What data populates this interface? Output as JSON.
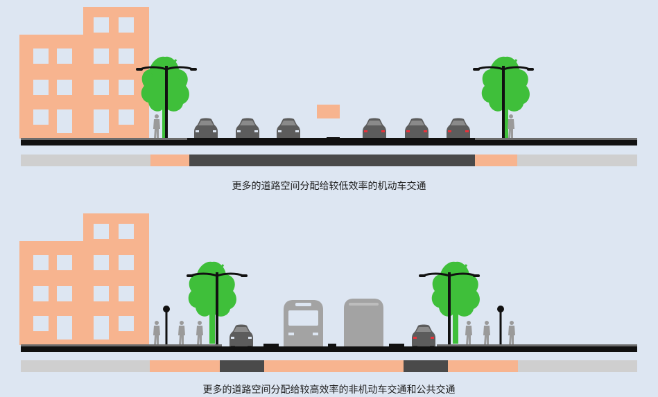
{
  "panels": [
    {
      "caption": "更多的道路空间分配给较低效率的机动车交通",
      "allocation_bar": [
        "sidewalk",
        "planting",
        "motor-vehicle",
        "planting",
        "sidewalk"
      ]
    },
    {
      "caption": "更多的道路空间分配给较高效率的非机动车交通和公共交通",
      "allocation_bar": [
        "sidewalk",
        "planting",
        "motor-vehicle",
        "planting",
        "motor-vehicle",
        "planting",
        "sidewalk"
      ]
    }
  ],
  "colors": {
    "background": "#dde6f2",
    "building": "#f7b48f",
    "window": "#dde6f2",
    "tree": "#3fbf3a",
    "road": "#111111",
    "vehicle": "#5c5c5c",
    "bus": "#a3a3a3",
    "sidewalk_band": "#cfcfcf",
    "planting_band": "#f7b48f",
    "motor_band": "#4a4a4a",
    "tail_light": "#e8323a"
  },
  "icons": [
    "building-icon",
    "tree-icon",
    "street-lamp-icon",
    "car-icon",
    "bus-icon",
    "pedestrian-icon",
    "bollard-lamp-icon"
  ]
}
